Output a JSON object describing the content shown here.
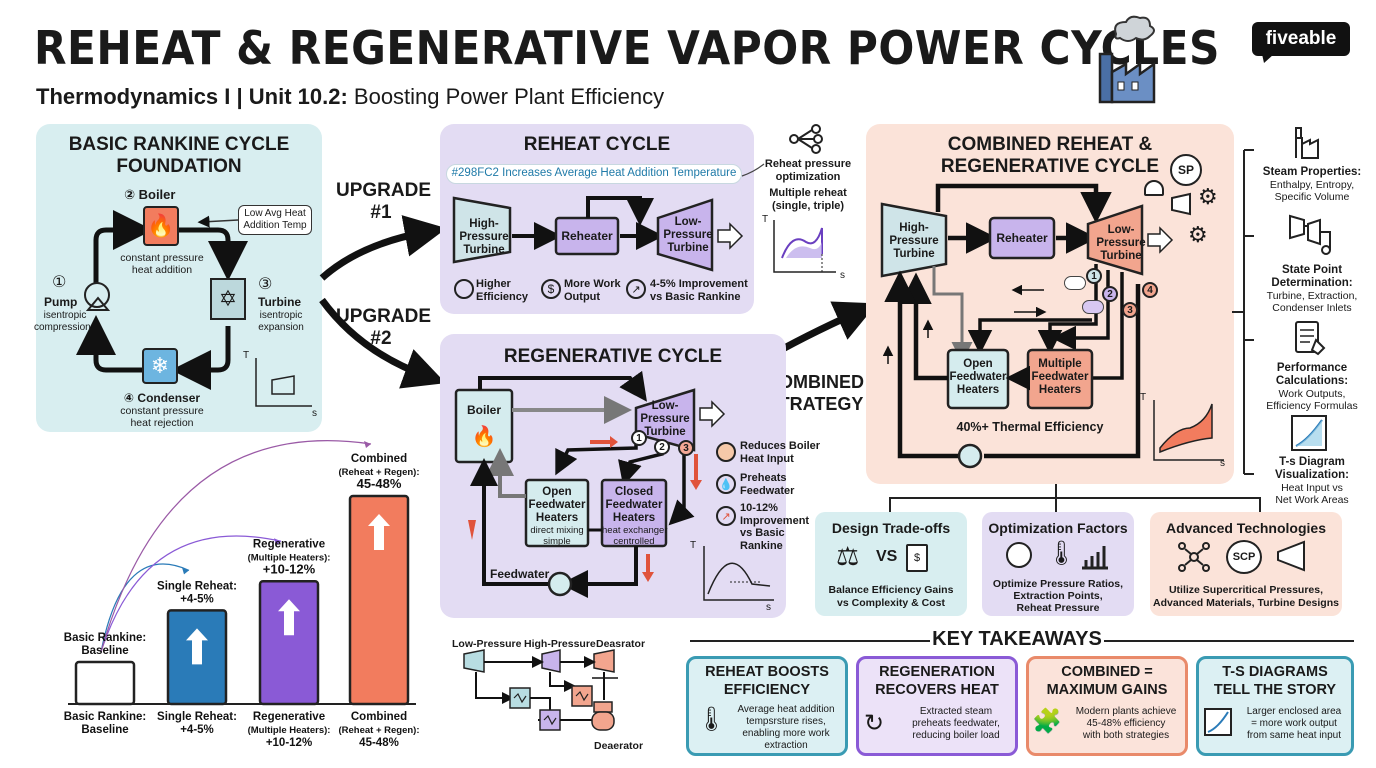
{
  "header": {
    "title": "REHEAT & REGENERATIVE VAPOR POWER CYCLES",
    "subtitle_bold": "Thermodynamics I | Unit 10.2:",
    "subtitle_rest": " Boosting Power Plant Efficiency",
    "logo": "fiveable"
  },
  "rankine": {
    "title_1": "BASIC RANKINE CYCLE",
    "title_2": "FOUNDATION",
    "boiler": "② Boiler",
    "boiler_desc_1": "constant pressure",
    "boiler_desc_2": "heat addition",
    "callout_1": "Low Avg Heat",
    "callout_2": "Addition Temp",
    "pump_num": "①",
    "pump": "Pump",
    "pump_desc_1": "isentropic",
    "pump_desc_2": "compression",
    "turbine_num": "③",
    "turbine": "Turbine",
    "turbine_desc_1": "isentropic",
    "turbine_desc_2": "expansion",
    "condenser": "④ Condenser",
    "condenser_desc_1": "constant pressure",
    "condenser_desc_2": "heat rejection",
    "axis_t": "T",
    "axis_s": "s"
  },
  "upgrades": {
    "u1_a": "UPGRADE",
    "u1_b": "#1",
    "u2_a": "UPGRADE",
    "u2_b": "#2",
    "c_a": "COMBINED",
    "c_b": "STRATEGY"
  },
  "reheat": {
    "title": "REHEAT CYCLE",
    "banner": "#298FC2 Increases Average Heat Addition Temperature",
    "hp": [
      "High-",
      "Pressure",
      "Turbine"
    ],
    "reheater": "Reheater",
    "lp": [
      "Low-",
      "Pressure",
      "Turbine"
    ],
    "b1": [
      "Higher",
      "Efficiency"
    ],
    "b2": [
      "More Work",
      "Output"
    ],
    "b3": [
      "4-5% Improvement",
      "vs Basic Rankine"
    ],
    "side_1": "Reheat pressure",
    "side_2": "optimization",
    "side_3": "Multiple reheat",
    "side_4": "(single, triple)",
    "axis_t": "T",
    "axis_s": "s"
  },
  "regen": {
    "title": "REGENERATIVE CYCLE",
    "boiler": "Boiler",
    "lp": [
      "Low-",
      "Pressure",
      "Turbine"
    ],
    "open": [
      "Open",
      "Feedwater",
      "Heaters"
    ],
    "open_sub": [
      "direct mixing",
      "simple"
    ],
    "closed": [
      "Closed",
      "Feedwater",
      "Heaters"
    ],
    "closed_sub": [
      "heat exchanger",
      "centrolled"
    ],
    "feedwater": "Feedwater",
    "s1": [
      "Reduces Boiler",
      "Heat Input"
    ],
    "s2": [
      "Preheats",
      "Feedwater"
    ],
    "s3": [
      "10-12%",
      "Improvement",
      "vs Basic",
      "Rankine"
    ],
    "axis_t": "T",
    "axis_s": "s"
  },
  "combined": {
    "title_1": "COMBINED REHEAT &",
    "title_2": "REGENERATIVE CYCLE",
    "hp": [
      "High-",
      "Pressure",
      "Turbine"
    ],
    "reheater": "Reheater",
    "lp": [
      "Low-",
      "Pressure",
      "Turbine"
    ],
    "open": [
      "Open",
      "Feedwater",
      "Heaters"
    ],
    "multi": [
      "Multiple",
      "Feedwater",
      "Heaters"
    ],
    "efficiency": "40%+ Thermal Efficiency",
    "sp": "SP",
    "axis_t": "T",
    "axis_s": "s"
  },
  "right_list": [
    {
      "icon": "factory-icon",
      "title": "Steam Properties:",
      "lines": [
        "Enthalpy, Entropy,",
        "Specific Volume"
      ]
    },
    {
      "icon": "turbine-diagram-icon",
      "title": "State Point",
      "lines": [
        "Determination:",
        "Turbine, Extraction,",
        "Condenser Inlets"
      ]
    },
    {
      "icon": "calculation-icon",
      "title": "Performance",
      "lines": [
        "Calculations:",
        "Work Outputs,",
        "Efficiency Formulas"
      ]
    },
    {
      "icon": "ts-diagram-icon",
      "title": "T-s Diagram",
      "lines": [
        "Visualization:",
        "Heat Input vs",
        "Net Work Areas"
      ]
    }
  ],
  "factors": [
    {
      "title": "Design Trade-offs",
      "vs": "VS",
      "lines": [
        "Balance Efficiency Gains",
        "vs Complexity & Cost"
      ]
    },
    {
      "title": "Optimization Factors",
      "lines": [
        "Optimize Pressure Ratios,",
        "Extraction Points,",
        "Reheat Pressure"
      ]
    },
    {
      "title": "Advanced Technologies",
      "scp": "SCP",
      "lines": [
        "Utilize Supercritical Pressures,",
        "Advanced Materials, Turbine Designs"
      ]
    }
  ],
  "chart_data": {
    "type": "bar",
    "categories": [
      "Basic Rankine: Baseline",
      "Single Reheat: +4-5%",
      "Regenerative (Multiple Heaters): +10-12%",
      "Combined (Reheat + Regen): 45-48%"
    ],
    "values": [
      0,
      4.5,
      11,
      46.5
    ],
    "bar_labels": [
      [
        "Basic Rankine:",
        "Baseline"
      ],
      [
        "Single Reheat:",
        "+4-5%"
      ],
      [
        "Regenerative",
        "(Multiple Heaters):",
        "+10-12%"
      ],
      [
        "Combined",
        "(Reheat + Regen):",
        "45-48%"
      ]
    ],
    "axis_labels": [
      [
        "Basic Rankine:",
        "Baseline"
      ],
      [
        "Single Reheat:",
        "+4-5%"
      ],
      [
        "Regenerative",
        "(Multiple Heaters):",
        "+10-12%"
      ],
      [
        "Combined",
        "(Reheat + Regen):",
        "45-48%"
      ]
    ],
    "colors": [
      "#ffffff",
      "#2a7bb8",
      "#8a5ad6",
      "#f27c5e"
    ]
  },
  "mini_diagram": {
    "lp": "Low-Pressure",
    "hp": "High-Pressure",
    "dea": "Deasrator",
    "dea2": "Deaerator"
  },
  "takeaways": {
    "heading": "KEY TAKEAWAYS",
    "items": [
      {
        "title": [
          "REHEAT BOOSTS",
          "EFFICIENCY"
        ],
        "lines": [
          "Average heat addition",
          "tempsrsture rises,",
          "enabling more work",
          "extraction"
        ],
        "color": "#3a9bb3",
        "bg": "#dcf0f3"
      },
      {
        "title": [
          "REGENERATION",
          "RECOVERS HEAT"
        ],
        "lines": [
          "Extracted steam",
          "preheats feedwater,",
          "reducing boiler load"
        ],
        "color": "#8a5ad6",
        "bg": "#ece2f8"
      },
      {
        "title": [
          "COMBINED =",
          "MAXIMUM GAINS"
        ],
        "lines": [
          "Modern plants achieve",
          "45-48% efficiency",
          "with both strategies"
        ],
        "color": "#e98a6a",
        "bg": "#fbe3da"
      },
      {
        "title": [
          "T-S DIAGRAMS",
          "TELL THE STORY"
        ],
        "lines": [
          "Larger enclosed area",
          "= more work output",
          "from same heat input"
        ],
        "color": "#3a9bb3",
        "bg": "#dcf0f3"
      }
    ]
  },
  "colors": {
    "teal_panel": "#d8eef0",
    "purple_panel": "#e3dcf3",
    "peach_panel": "#fbe3d9",
    "coral": "#f27c5e",
    "purple": "#8a5ad6",
    "blue": "#2a7bb8"
  }
}
